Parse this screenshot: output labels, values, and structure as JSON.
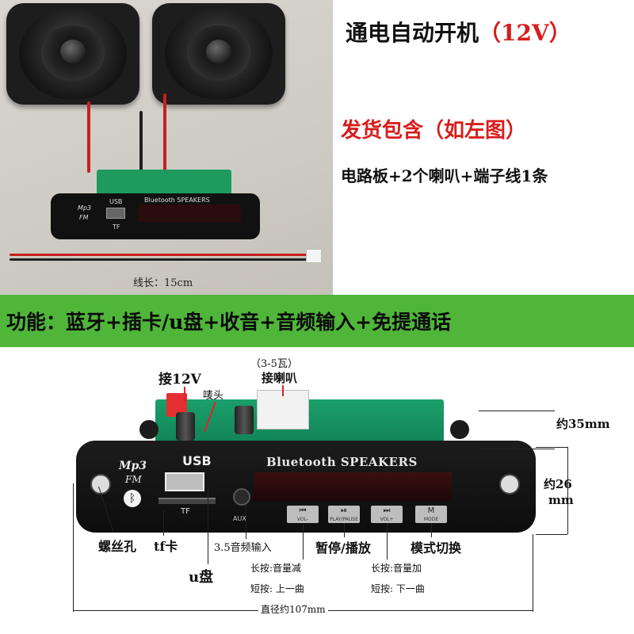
{
  "header": {
    "title_main": "通电自动开机",
    "title_voltage": "（12V）",
    "shipping_title": "发货包含（如左图）",
    "shipping_contents": "电路板+2个喇叭+端子线1条"
  },
  "photo": {
    "wire_length_caption": "线长：15cm",
    "panel_usb": "USB",
    "panel_mp3": "Mp3",
    "panel_fm": "FM",
    "panel_brand": "Bluetooth SPEAKERS",
    "panel_tf": "TF"
  },
  "banner": {
    "features": "功能：蓝牙+插卡/u盘+收音+音频输入+免提通话"
  },
  "diagram": {
    "power_label": "接12V",
    "mic_label": "唛头",
    "speaker_power": "（3-5瓦）",
    "speaker_connect": "接喇叭",
    "height_label": "约35mm",
    "panel_height_value": "约26",
    "panel_height_unit": "mm",
    "width_label": "直径约107mm",
    "screw_hole_label": "螺丝孔",
    "tf_card_label": "tf卡",
    "usb_disk_label": "u盘",
    "aux_label": "3.5音频输入",
    "play_pause_label": "暂停/播放",
    "mode_label": "模式切换",
    "prev_long": "长按:音量减",
    "prev_short": "短按: 上一曲",
    "next_long": "长按:音量加",
    "next_short": "短按: 下一曲",
    "panel": {
      "mp3": "Mp3",
      "fm": "FM",
      "usb": "USB",
      "tf": "TF",
      "aux": "AUX",
      "brand": "Bluetooth SPEAKERS",
      "buttons": [
        {
          "glyph": "⏮",
          "text": "VOL-"
        },
        {
          "glyph": "⏯",
          "text": "PLAY/PAUSE"
        },
        {
          "glyph": "⏭",
          "text": "VOL+"
        },
        {
          "glyph": "M",
          "text": "MODE"
        }
      ]
    }
  }
}
